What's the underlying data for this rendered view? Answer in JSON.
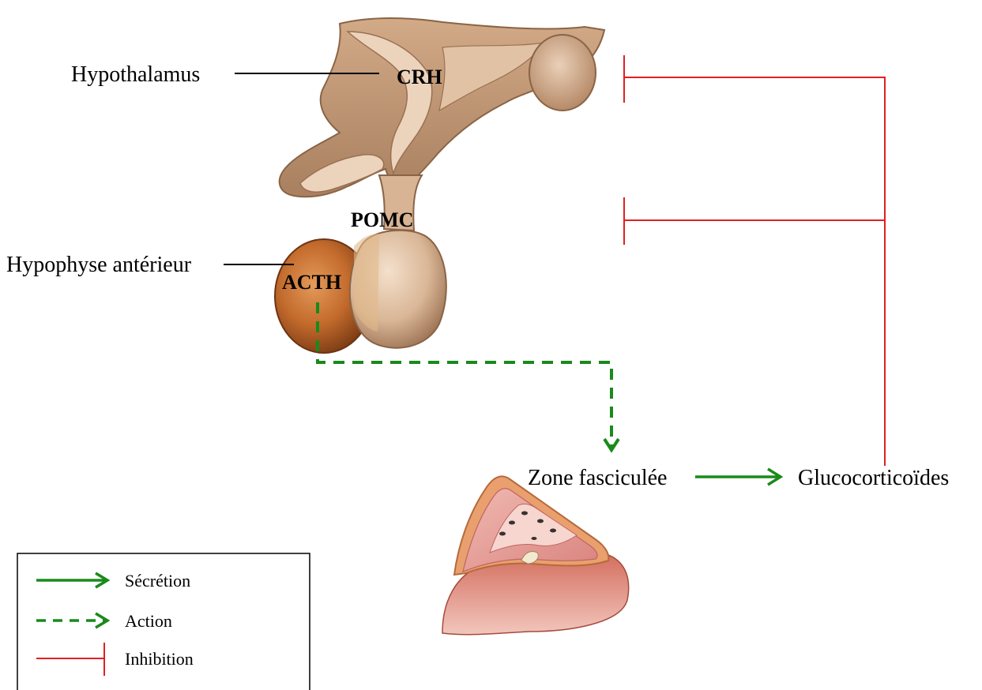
{
  "labels": {
    "hypothalamus": "Hypothalamus",
    "crh": "CRH",
    "pomc": "POMC",
    "hypophyse": "Hypophyse antérieur",
    "acth": "ACTH",
    "zone": "Zone fasciculée",
    "gluco": "Glucocorticoïdes"
  },
  "legend": {
    "secretion": "Sécrétion",
    "action": "Action",
    "inhibition": "Inhibition"
  },
  "colors": {
    "secretion": "#1a8a1a",
    "inhibition": "#e02020",
    "tissue_light": "#e8c6a4",
    "tissue_brown": "#c8a07e",
    "tissue_dark": "#9a7052",
    "gland_orange": "#c26a2c",
    "cortex_pink": "#e59b96"
  }
}
